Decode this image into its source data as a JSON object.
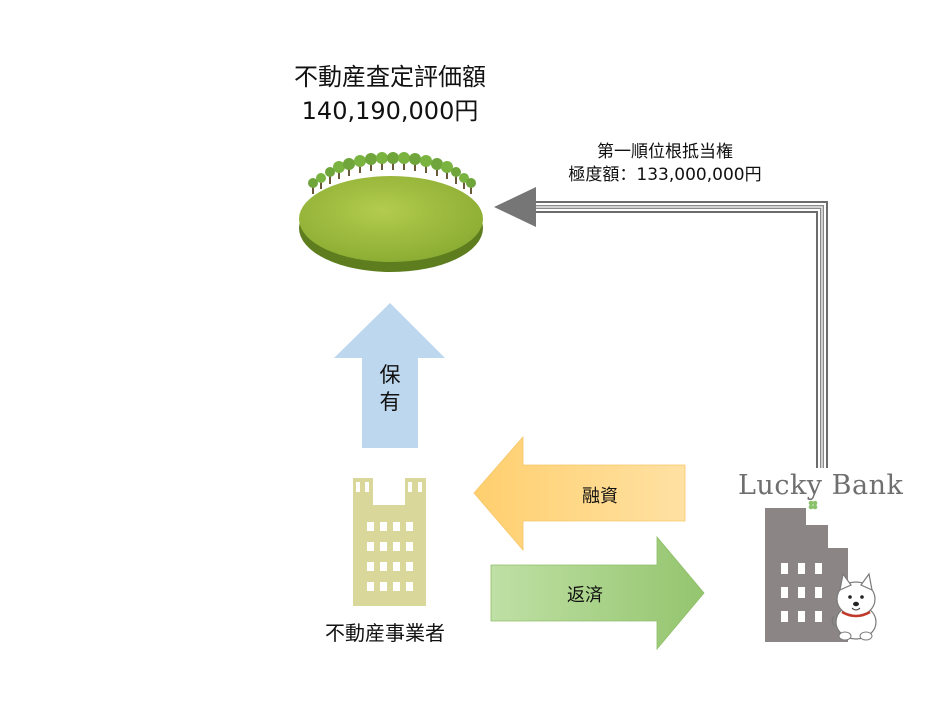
{
  "valuation": {
    "title": "不動産査定評価額",
    "amount": "140,190,000円"
  },
  "lien": {
    "line1": "第一順位根抵当権",
    "line2": "極度額：133,000,000円"
  },
  "arrows": {
    "hold_char1": "保",
    "hold_char2": "有",
    "loan": "融資",
    "repayment": "返済"
  },
  "borrower": {
    "label": "不動産事業者"
  },
  "lender": {
    "brand": "Lucky Bank"
  },
  "colors": {
    "hold_arrow": "#bdd7ee",
    "loan_arrow": "#ffd480",
    "repay_arrow": "#a9d18e",
    "lien_arrow": "#7f7f7f",
    "land": "#8db33a",
    "borrower_building": "#dad79b",
    "bank_building": "#8c8585"
  }
}
